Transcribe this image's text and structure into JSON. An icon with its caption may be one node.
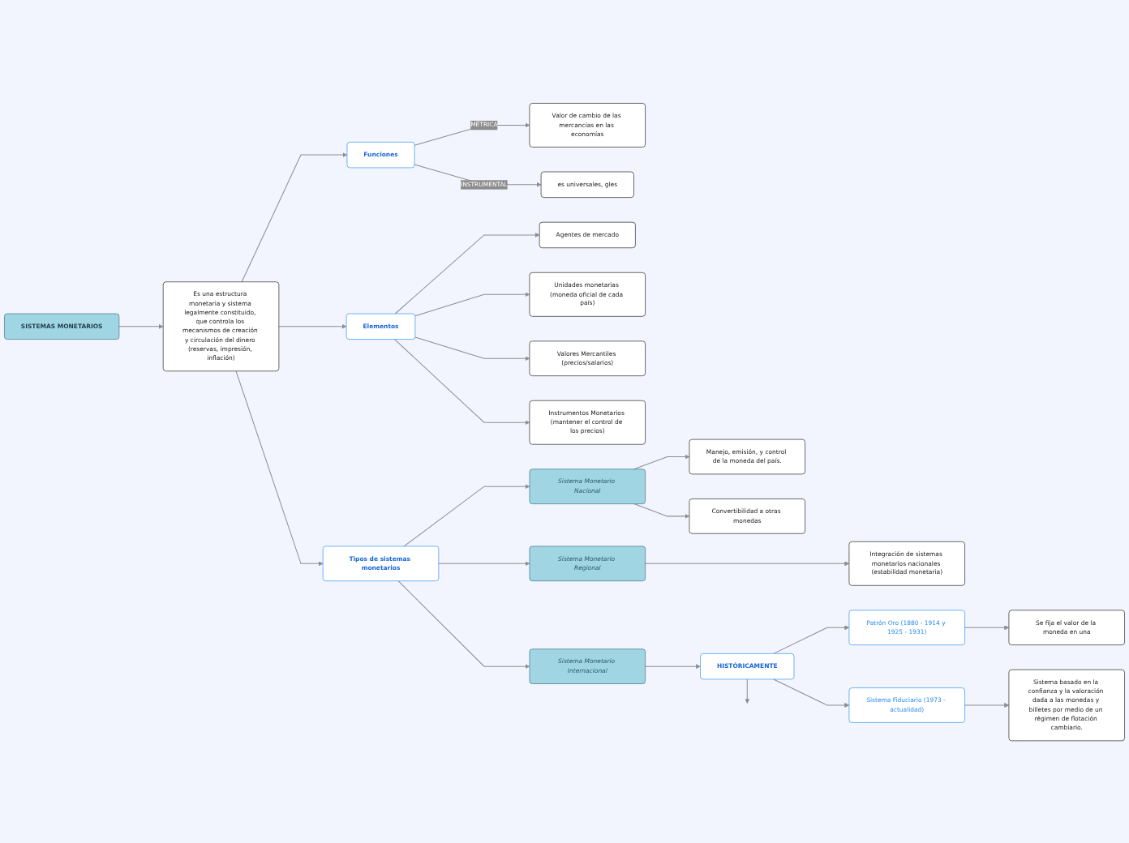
{
  "diagram": {
    "nodes": [
      {
        "text": [
          "SISTEMAS MONETARIOS"
        ]
      },
      {
        "text": [
          "Es una estructura monetaria y sistema legalmente constituido, que controla los mecanismos de creación y circulación del dinero (reservas, impresión, inflación)"
        ]
      },
      {
        "text": [
          "Funciones"
        ]
      },
      {
        "text": [
          "Valor de cambio de las mercancías en las economías"
        ]
      },
      {
        "text": [
          "es universales, gles"
        ]
      },
      {
        "text": [
          "Elementos"
        ]
      },
      {
        "text": [
          "Agentes de mercado"
        ]
      },
      {
        "text": [
          "Unidades monetarias (moneda oficial de cada país)"
        ]
      },
      {
        "text": [
          "Valores Mercantiles (precios/salarios)"
        ]
      },
      {
        "text": [
          "Instrumentos Monetarios (mantener el control de los precios)"
        ]
      },
      {
        "text": [
          "Tipos de sistemas monetarios"
        ]
      },
      {
        "text": [
          "Sistema Monetario Nacional"
        ]
      },
      {
        "text": [
          "Manejo, emisión, y control de la moneda del país."
        ]
      },
      {
        "text": [
          "Convertibilidad a otras monedas"
        ]
      },
      {
        "text": [
          "Sistema Monetario Regional"
        ]
      },
      {
        "text": [
          "Integración de sistemas monetarios nacionales (estabilidad monetaria)"
        ]
      },
      {
        "text": [
          "Sistema Monetario Internacional"
        ]
      },
      {
        "text": [
          "HISTÓRICAMENTE"
        ]
      },
      {
        "text": [
          "Patrón Oro (1880 - 1914 y 1925 - 1931)"
        ]
      },
      {
        "text": [
          "Se fija el valor de la moneda en una"
        ]
      },
      {
        "text": [
          "Sistema Fiduciario (1973 - actualidad)"
        ]
      },
      {
        "text": [
          "Sistema basado en la confianza y la valoración dada a las monedas y billetes por medio de un régimen de flotación cambiario."
        ]
      }
    ],
    "edges": [
      {
        "from": 0,
        "to": 1,
        "arrow": "to"
      },
      {
        "from": 1,
        "to": 2,
        "arrow": "to"
      },
      {
        "from": 2,
        "to": 3,
        "arrow": "to",
        "label": "MÉTRICA"
      },
      {
        "from": 2,
        "to": 4,
        "arrow": "to",
        "label": "INSTRUMENTAL"
      },
      {
        "from": 1,
        "to": 5,
        "arrow": "to"
      },
      {
        "from": 5,
        "to": 6,
        "arrow": "to"
      },
      {
        "from": 5,
        "to": 7,
        "arrow": "to"
      },
      {
        "from": 5,
        "to": 8,
        "arrow": "to"
      },
      {
        "from": 5,
        "to": 9,
        "arrow": "to"
      },
      {
        "from": 1,
        "to": 10,
        "arrow": "to"
      },
      {
        "from": 10,
        "to": 11,
        "arrow": "to"
      },
      {
        "from": 11,
        "to": 12,
        "arrow": "to"
      },
      {
        "from": 11,
        "to": 13,
        "arrow": "to"
      },
      {
        "from": 10,
        "to": 14,
        "arrow": "to"
      },
      {
        "from": 14,
        "to": 15,
        "arrow": "to"
      },
      {
        "from": 10,
        "to": 16,
        "arrow": "to"
      },
      {
        "from": 16,
        "to": 17,
        "arrow": "to"
      },
      {
        "from": 17,
        "to": 18,
        "arrow": "to"
      },
      {
        "from": 18,
        "to": 19,
        "arrow": "to"
      },
      {
        "from": 17,
        "to": 20,
        "arrow": "to"
      },
      {
        "from": 20,
        "to": 21,
        "arrow": "to"
      },
      {
        "from": 17,
        "to": null,
        "arrow": "to"
      }
    ]
  }
}
